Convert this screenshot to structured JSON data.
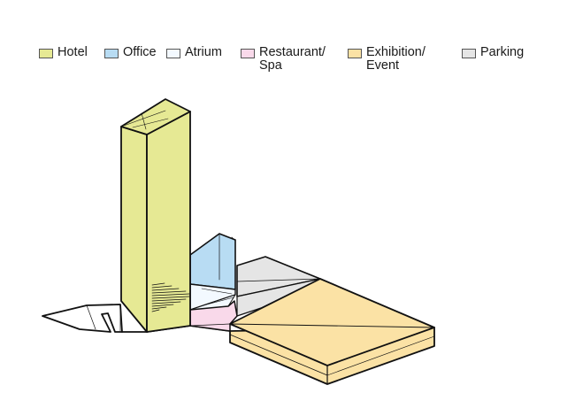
{
  "legend": [
    {
      "label": "Hotel",
      "color": "#e6e994"
    },
    {
      "label": "Office",
      "color": "#b8dcf3"
    },
    {
      "label": "Atrium",
      "color": "#f3f9ff"
    },
    {
      "label": "Restaurant/\nSpa",
      "color": "#f9d9ea"
    },
    {
      "label": "Exhibition/\nEvent",
      "color": "#fbe2a5"
    },
    {
      "label": "Parking",
      "color": "#e5e5e5"
    }
  ]
}
